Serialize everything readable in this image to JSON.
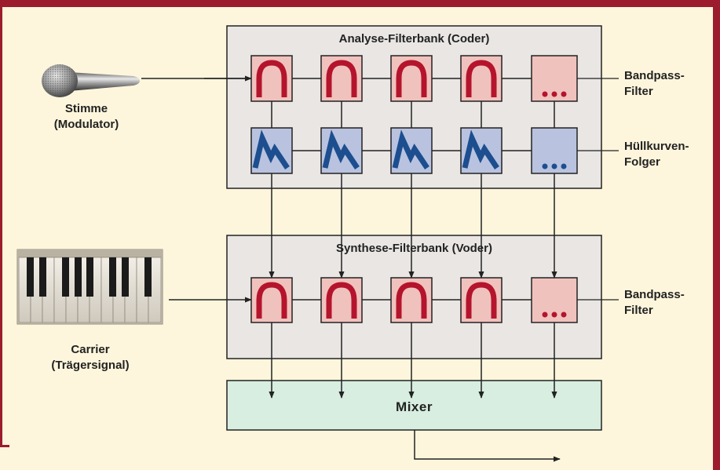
{
  "analysis_bank": {
    "title": "Analyse-Filterbank (Coder)"
  },
  "synthesis_bank": {
    "title": "Synthese-Filterbank (Voder)"
  },
  "mixer": {
    "label": "Mixer"
  },
  "inputs": {
    "voice": {
      "line1": "Stimme",
      "line2": "(Modulator)"
    },
    "carrier": {
      "line1": "Carrier",
      "line2": "(Trägersignal)"
    }
  },
  "side_labels": {
    "bandpass_top": {
      "line1": "Bandpass-",
      "line2": "Filter"
    },
    "envelope": {
      "line1": "Hüllkurven-",
      "line2": "Folger"
    },
    "bandpass_bottom": {
      "line1": "Bandpass-",
      "line2": "Filter"
    }
  },
  "colors": {
    "frame": "#9c1c2e",
    "background": "#fdf6dc",
    "bank_fill": "#e9e6e4",
    "bandpass_fill": "#f0c2bd",
    "bandpass_symbol": "#b5142d",
    "envelope_fill": "#b9c3df",
    "envelope_symbol": "#1d4e8f",
    "mixer_fill": "#d7eee0"
  },
  "icons": {
    "microphone": "microphone-icon",
    "keyboard": "keyboard-icon",
    "bandpass": "bandpass-curve-icon",
    "envelope": "envelope-follower-icon",
    "ellipsis": "ellipsis-icon"
  }
}
